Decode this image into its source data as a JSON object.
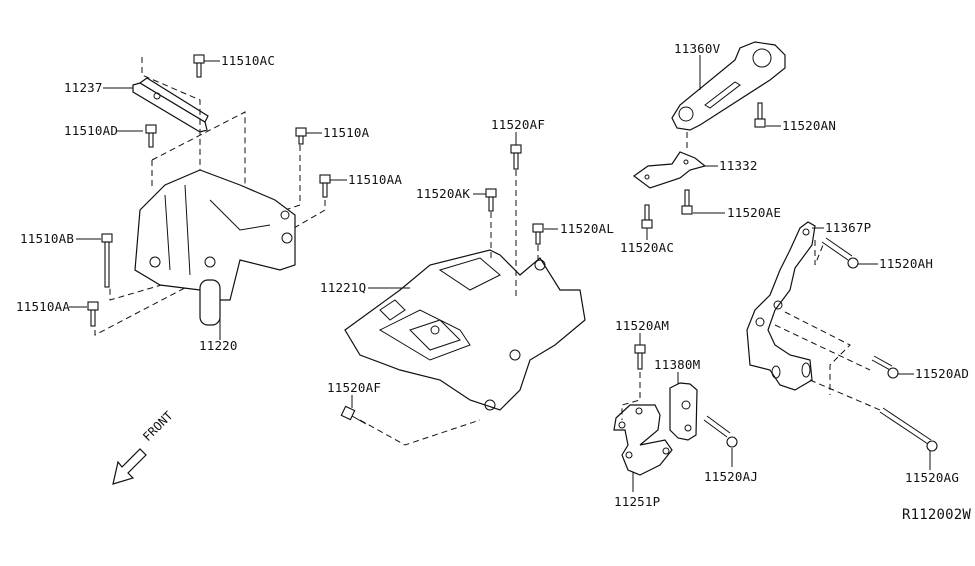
{
  "diagram": {
    "reference_code": "R112002W",
    "direction_indicator": "FRONT",
    "parts": [
      {
        "id": "11237",
        "description": "bracket plate"
      },
      {
        "id": "11510AC",
        "description": "bolt"
      },
      {
        "id": "11510AD",
        "description": "bolt"
      },
      {
        "id": "11510A",
        "description": "bolt"
      },
      {
        "id": "11510AA",
        "description": "bolt",
        "occurrences": 2
      },
      {
        "id": "11510AB",
        "description": "long bolt"
      },
      {
        "id": "11220",
        "description": "engine mounting insulator"
      },
      {
        "id": "11520AF",
        "description": "bolt",
        "occurrences": 2
      },
      {
        "id": "11520AK",
        "description": "bolt"
      },
      {
        "id": "11520AL",
        "description": "bolt"
      },
      {
        "id": "11221Q",
        "description": "engine mounting bracket"
      },
      {
        "id": "11360V",
        "description": "rear torque rod"
      },
      {
        "id": "11520AN",
        "description": "bolt"
      },
      {
        "id": "11332",
        "description": "bracket"
      },
      {
        "id": "11520AE",
        "description": "bolt"
      },
      {
        "id": "11520AC",
        "description": "bolt"
      },
      {
        "id": "11367P",
        "description": "bracket"
      },
      {
        "id": "11520AH",
        "description": "bolt"
      },
      {
        "id": "11520AD",
        "description": "bolt"
      },
      {
        "id": "11520AG",
        "description": "long bolt"
      },
      {
        "id": "11520AM",
        "description": "bolt"
      },
      {
        "id": "11380M",
        "description": "insulator"
      },
      {
        "id": "11520AJ",
        "description": "bolt"
      },
      {
        "id": "11251P",
        "description": "bracket"
      }
    ]
  },
  "labels": {
    "l11510AC": "11510AC",
    "l11237": "11237",
    "l11510AD": "11510AD",
    "l11510A": "11510A",
    "l11510AA_top": "11510AA",
    "l11510AB": "11510AB",
    "l11510AA_bottom": "11510AA",
    "l11220": "11220",
    "l11520AF_top": "11520AF",
    "l11520AK": "11520AK",
    "l11520AL": "11520AL",
    "l11221Q": "11221Q",
    "l11520AF_bottom": "11520AF",
    "l11360V": "11360V",
    "l11520AN": "11520AN",
    "l11332": "11332",
    "l11520AE": "11520AE",
    "l11520AC": "11520AC",
    "l11367P": "11367P",
    "l11520AH": "11520AH",
    "l11520AM": "11520AM",
    "l11380M": "11380M",
    "l11520AD": "11520AD",
    "l11520AJ": "11520AJ",
    "l11520AG": "11520AG",
    "l11251P": "11251P"
  }
}
